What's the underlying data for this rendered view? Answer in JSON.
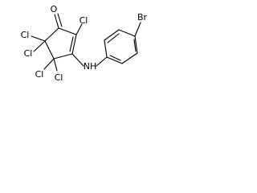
{
  "molecule": {
    "atoms": [
      {
        "id": "O1",
        "label": "O"
      },
      {
        "id": "Cl1",
        "label": "Cl"
      },
      {
        "id": "Cl2",
        "label": "Cl"
      },
      {
        "id": "Cl3",
        "label": "Cl"
      },
      {
        "id": "Cl4",
        "label": "Cl"
      },
      {
        "id": "Cl5",
        "label": "Cl"
      },
      {
        "id": "NH",
        "label": "NH"
      },
      {
        "id": "Br",
        "label": "Br"
      }
    ]
  },
  "colors": {
    "bond": "#000000",
    "background": "#ffffff"
  }
}
